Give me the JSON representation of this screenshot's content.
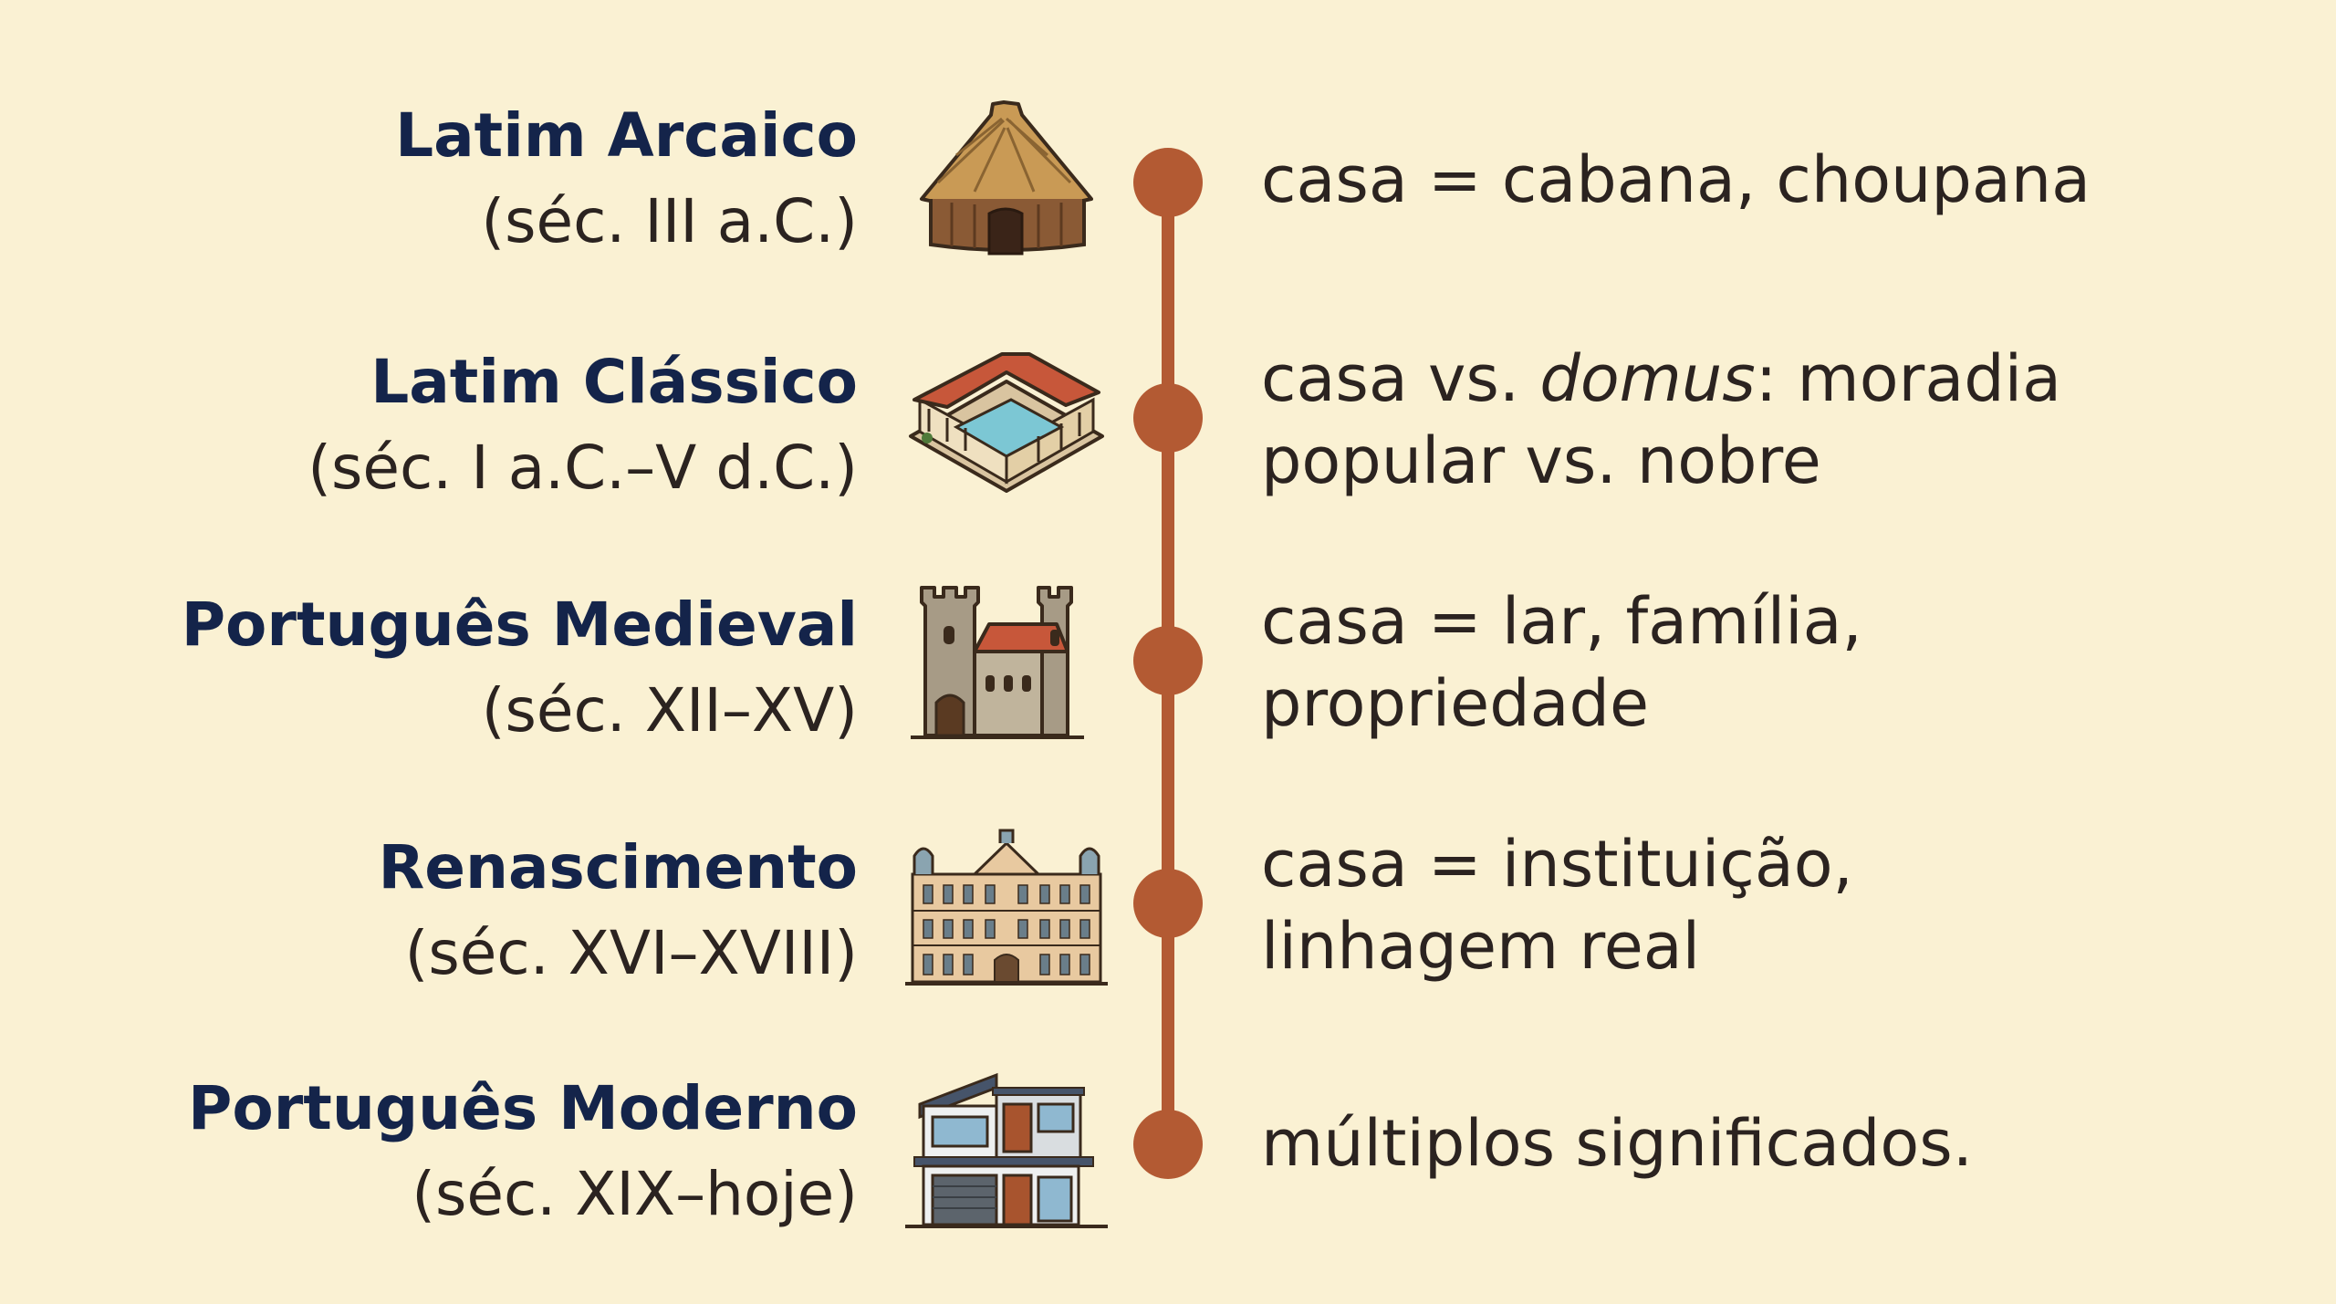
{
  "timeline": [
    {
      "era": "Latim Arcaico",
      "dates": "(séc. III a.C.)",
      "icon": "thatched-hut-icon",
      "meaning": {
        "line1": "casa = cabana, choupana",
        "line2": ""
      }
    },
    {
      "era": "Latim Clássico",
      "dates": "(séc. I a.C.–V d.C.)",
      "icon": "roman-domus-icon",
      "meaning": {
        "pre": "casa vs. ",
        "emph": "domus",
        "post": ": moradia",
        "line2": "popular vs. nobre"
      }
    },
    {
      "era": "Português Medieval",
      "dates": "(séc. XII–XV)",
      "icon": "castle-icon",
      "meaning": {
        "line1": "casa = lar, família,",
        "line2": "propriedade"
      }
    },
    {
      "era": "Renascimento",
      "dates": "(séc. XVI–XVIII)",
      "icon": "palace-icon",
      "meaning": {
        "line1": "casa = instituição,",
        "line2": "linhagem real"
      }
    },
    {
      "era": "Português Moderno",
      "dates": "(séc. XIX–hoje)",
      "icon": "modern-house-icon",
      "meaning": {
        "line1": "múltiplos significados.",
        "line2": ""
      }
    }
  ],
  "colors": {
    "background": "#faf1d3",
    "accent": "#b35a33",
    "heading": "#14244a",
    "text": "#2b2320"
  }
}
